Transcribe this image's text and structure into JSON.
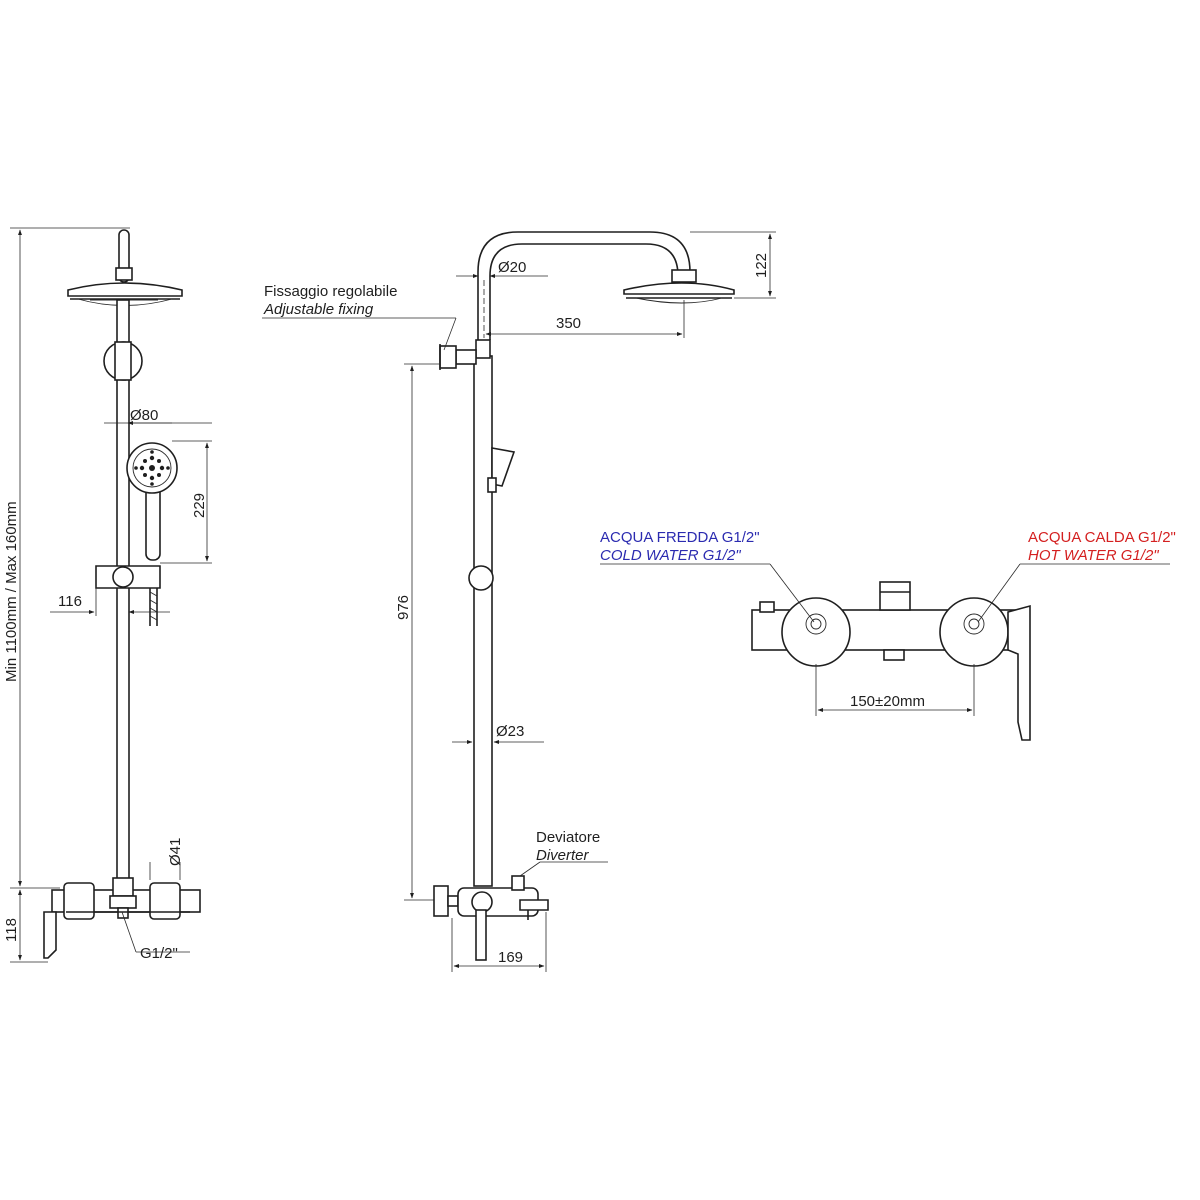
{
  "labels": {
    "total_height": "Min 1100mm / Max 160mm",
    "base_height": "118",
    "offset_116": "116",
    "diam_80": "Ø80",
    "dim_229": "229",
    "diam_41": "Ø41",
    "inlet_thread": "G1/2\"",
    "fixing_it": "Fissaggio regolabile",
    "fixing_en": "Adjustable fixing",
    "diam_20": "Ø20",
    "dim_350": "350",
    "dim_122": "122",
    "dim_976": "976",
    "diam_23": "Ø23",
    "diverter_it": "Deviatore",
    "diverter_en": "Diverter",
    "dim_169": "169",
    "cold_it": "ACQUA FREDDA G1/2\"",
    "cold_en": "COLD WATER G1/2\"",
    "hot_it": "ACQUA CALDA G1/2\"",
    "hot_en": "HOT WATER G1/2\"",
    "spacing": "150±20mm"
  },
  "colors": {
    "line": "#1f1f1f",
    "cold": "#2b2bb0",
    "hot": "#d42020"
  }
}
